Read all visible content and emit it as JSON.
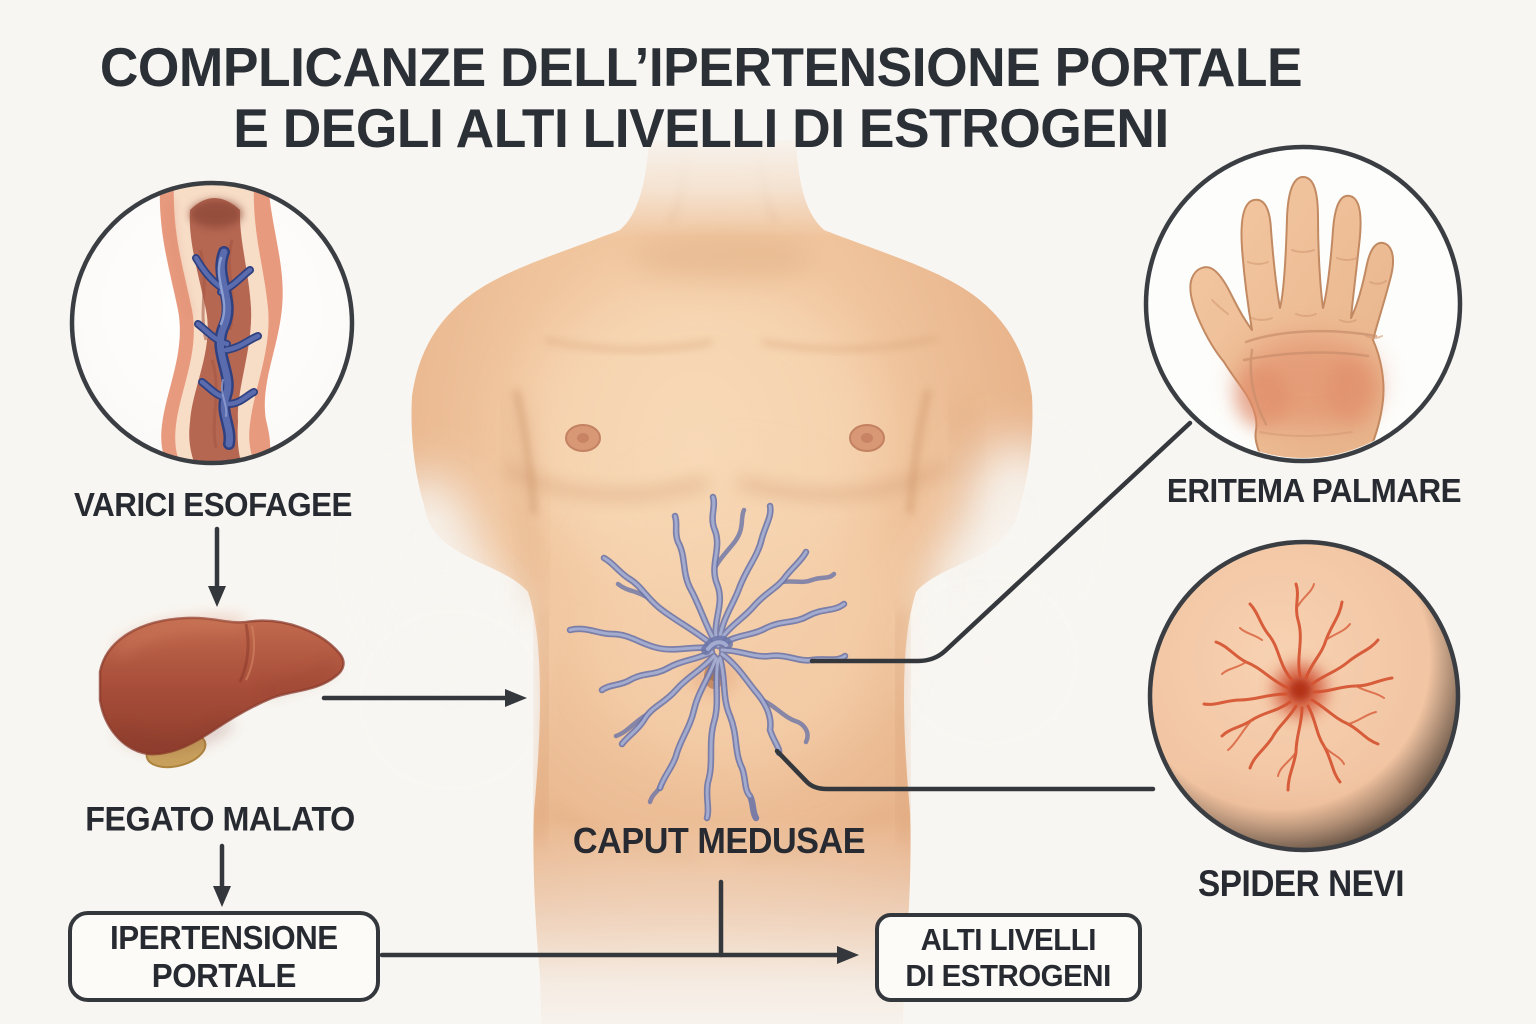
{
  "title": {
    "line1": "COMPLICANZE DELL’IPERTENSIONE PORTALE",
    "line2": "E DEGLI ALTI LIVELLI DI ESTROGENI"
  },
  "callouts": {
    "varici_esofagee": {
      "label": "VARICI ESOFAGEE"
    },
    "fegato_malato": {
      "label": "FEGATO MALATO"
    },
    "caput_medusae": {
      "label": "CAPUT MEDUSAE"
    },
    "eritema_palmare": {
      "label": "ERITEMA PALMARE"
    },
    "spider_nevi": {
      "label": "SPIDER NEVI"
    }
  },
  "boxes": {
    "ipertensione_portale": {
      "line1": "IPERTENSIONE",
      "line2": "PORTALE"
    },
    "alti_livelli_estrogeni": {
      "line1": "ALTI LIVELLI",
      "line2": "DI ESTROGENI"
    }
  },
  "colors": {
    "background": "#f8f6f2",
    "text": "#2b2f36",
    "line": "#34383d",
    "skin": "#efc49e",
    "abdominal_vein_blue": "#7d88bd",
    "spider_vein_red": "#d4512f",
    "liver_red": "#ad5440",
    "gallbladder_olive": "#c9a25e",
    "esophagus_lumen": "#b56752",
    "varix_blue": "#5a6cae"
  }
}
